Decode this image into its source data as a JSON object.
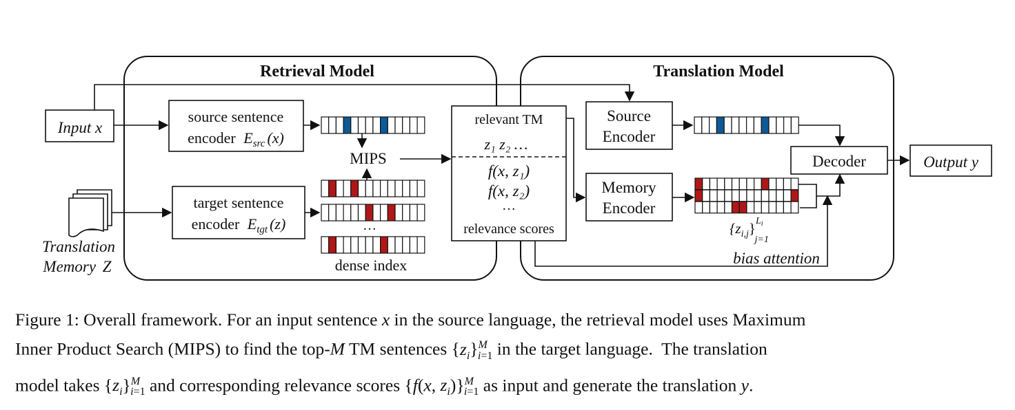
{
  "retrieval_model": {
    "title": "Retrieval Model",
    "input_label": "Input x",
    "source_encoder": {
      "line1": "source sentence",
      "line2": "encoder",
      "func": "E",
      "func_sub": "src",
      "arg": "(x)"
    },
    "target_encoder": {
      "line1": "target sentence",
      "line2": "encoder",
      "func": "E",
      "func_sub": "tgt",
      "arg": "(z)"
    },
    "mips_label": "MIPS",
    "ellipsis": "…",
    "dense_index_label": "dense index",
    "memory_label_line1": "Translation",
    "memory_label_line2": "Memory",
    "memory_symbol": "Z"
  },
  "relevant_tm": {
    "title": "relevant TM",
    "z_items": "z₁ z₂ …",
    "score1": "f(x, z₁)",
    "score2": "f(x, z₂)",
    "ellipsis": "…",
    "footer": "relevance scores"
  },
  "translation_model": {
    "title": "Translation Model",
    "source_encoder_line1": "Source",
    "source_encoder_line2": "Encoder",
    "memory_encoder_line1": "Memory",
    "memory_encoder_line2": "Encoder",
    "decoder_label": "Decoder",
    "output_label": "Output y",
    "memory_set_label": "{z_{i,j}}_{j=1}^{L_i}",
    "bias_attention_label": "bias attention"
  },
  "colors": {
    "blue": "#0d5a96",
    "red": "#b01818",
    "line": "#111111"
  },
  "caption": {
    "line1": "Figure 1: Overall framework. For an input sentence x in the source language, the retrieval model uses Maximum",
    "line2": "Inner Product Search (MIPS) to find the top-M TM sentences {zi}M i=1 in the target language. The translation",
    "line3": "model takes {zi}M i=1 and corresponding relevance scores {f(x, zi)}M i=1 as input and generate the translation y."
  }
}
